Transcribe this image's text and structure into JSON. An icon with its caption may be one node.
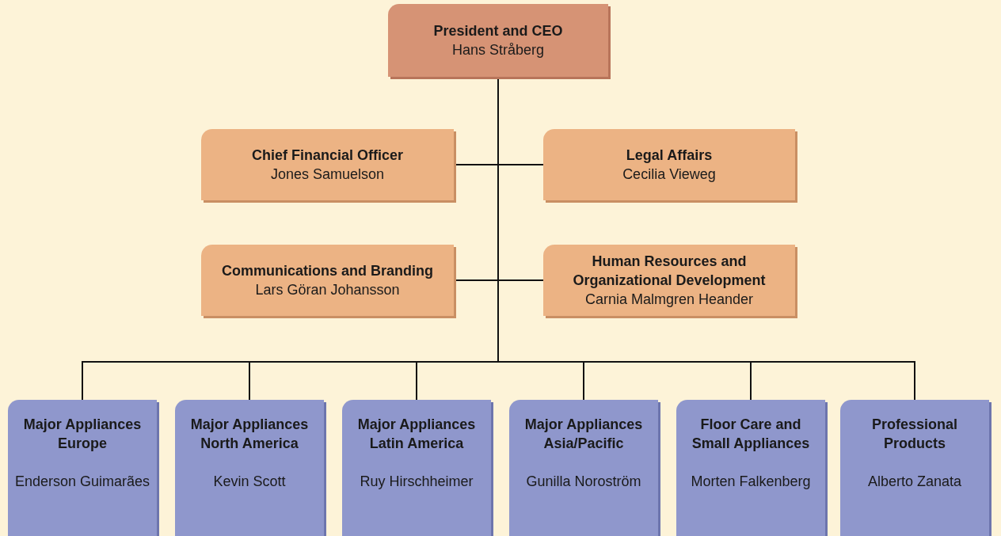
{
  "diagram": {
    "nodes": [
      {
        "text": [
          "President and CEO",
          "Hans Stråberg"
        ]
      },
      {
        "text": [
          "Chief Financial Officer",
          "Jones Samuelson"
        ]
      },
      {
        "text": [
          "Legal Affairs",
          "Cecilia Vieweg"
        ]
      },
      {
        "text": [
          "Communications and Branding",
          "Lars Göran Johansson"
        ]
      },
      {
        "text": [
          "Human Resources and Organizational Development",
          "Carnia Malmgren Heander"
        ]
      },
      {
        "text": [
          "Major Appliances Europe",
          "Enderson Guimarães"
        ]
      },
      {
        "text": [
          "Major Appliances North America",
          "Kevin Scott"
        ]
      },
      {
        "text": [
          "Major Appliances Latin America",
          "Ruy Hirschheimer"
        ]
      },
      {
        "text": [
          "Major Appliances Asia/Pacific",
          "Gunilla Noroström"
        ]
      },
      {
        "text": [
          "Floor Care and Small Appliances",
          "Morten Falkenberg"
        ]
      },
      {
        "text": [
          "Professional Products",
          "Alberto Zanata"
        ]
      }
    ],
    "edges": [
      {
        "from": 0,
        "to": 1,
        "arrow": "none"
      },
      {
        "from": 0,
        "to": 2,
        "arrow": "none"
      },
      {
        "from": 0,
        "to": 3,
        "arrow": "none"
      },
      {
        "from": 0,
        "to": 4,
        "arrow": "none"
      },
      {
        "from": 0,
        "to": 5,
        "arrow": "none"
      },
      {
        "from": 0,
        "to": 6,
        "arrow": "none"
      },
      {
        "from": 0,
        "to": 7,
        "arrow": "none"
      },
      {
        "from": 0,
        "to": 8,
        "arrow": "none"
      },
      {
        "from": 0,
        "to": 9,
        "arrow": "none"
      },
      {
        "from": 0,
        "to": 10,
        "arrow": "none"
      }
    ]
  }
}
